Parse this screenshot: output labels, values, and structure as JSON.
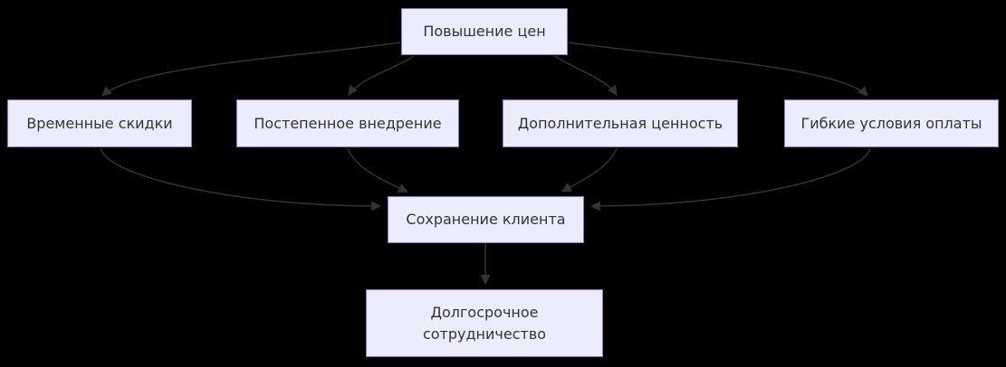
{
  "diagram": {
    "type": "flowchart",
    "direction": "top-down",
    "colors": {
      "background": "#000000",
      "node_fill": "#ECECFF",
      "node_border": "#9370DB",
      "node_text": "#333333",
      "edge_stroke": "#333333"
    },
    "nodes": {
      "price_increase": {
        "label": "Повышение цен"
      },
      "temporary_discounts": {
        "label": "Временные скидки"
      },
      "gradual_rollout": {
        "label": "Постепенное внедрение"
      },
      "added_value": {
        "label": "Дополнительная ценность"
      },
      "flexible_payment": {
        "label": "Гибкие условия оплаты"
      },
      "client_retention": {
        "label": "Сохранение клиента"
      },
      "long_term_cooperation": {
        "label": "Долгосрочное сотрудничество"
      }
    },
    "edges": [
      {
        "from": "price_increase",
        "to": "temporary_discounts"
      },
      {
        "from": "price_increase",
        "to": "gradual_rollout"
      },
      {
        "from": "price_increase",
        "to": "added_value"
      },
      {
        "from": "price_increase",
        "to": "flexible_payment"
      },
      {
        "from": "temporary_discounts",
        "to": "client_retention"
      },
      {
        "from": "gradual_rollout",
        "to": "client_retention"
      },
      {
        "from": "added_value",
        "to": "client_retention"
      },
      {
        "from": "flexible_payment",
        "to": "client_retention"
      },
      {
        "from": "client_retention",
        "to": "long_term_cooperation"
      }
    ]
  }
}
